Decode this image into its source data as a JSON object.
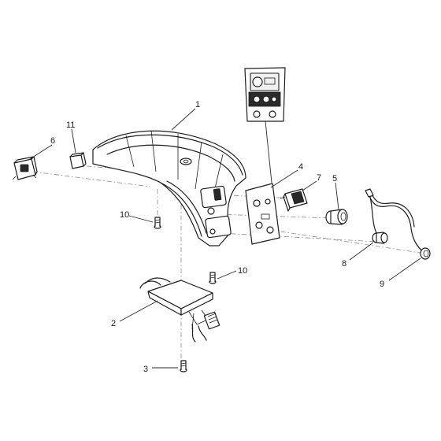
{
  "callouts": [
    {
      "id": "c1",
      "label": "1"
    },
    {
      "id": "c2",
      "label": "2"
    },
    {
      "id": "c3",
      "label": "3"
    },
    {
      "id": "c4",
      "label": "4"
    },
    {
      "id": "c5",
      "label": "5"
    },
    {
      "id": "c6",
      "label": "6"
    },
    {
      "id": "c7",
      "label": "7"
    },
    {
      "id": "c8",
      "label": "8"
    },
    {
      "id": "c9",
      "label": "9"
    },
    {
      "id": "c10a",
      "label": "10"
    },
    {
      "id": "c10b",
      "label": "10"
    },
    {
      "id": "c11",
      "label": "11"
    }
  ],
  "colors": {
    "stroke": "#1e1e1e",
    "background": "#ffffff",
    "centerline": "#8a8a8a"
  }
}
